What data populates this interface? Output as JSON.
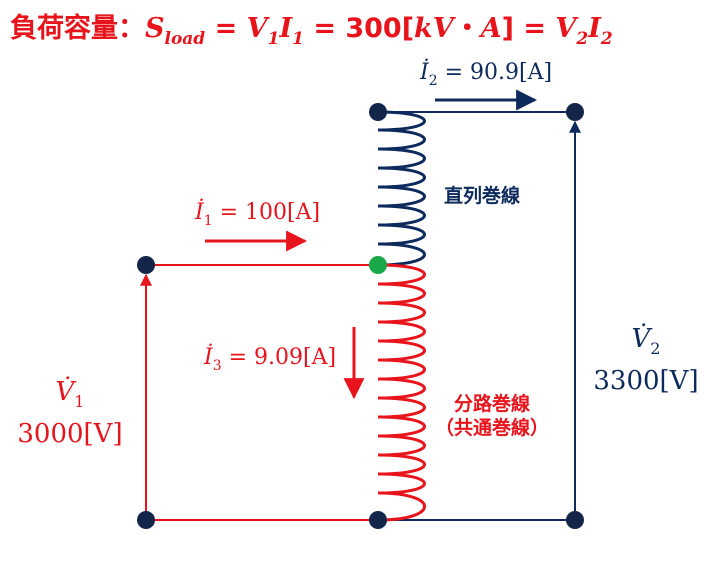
{
  "title": {
    "prefix": "負荷容量：",
    "s": "S",
    "s_sub": "load",
    "eq1": " = ",
    "v1": "V",
    "v1_sub": "1",
    "i1": "I",
    "i1_sub": "1",
    "eq2": " = 300[",
    "unit_k": "kV",
    "dot": "・",
    "unit_a": "A",
    "eq3": "] = ",
    "v2": "V",
    "v2_sub": "2",
    "i2": "I",
    "i2_sub": "2"
  },
  "currents": {
    "i2": {
      "sym": "İ",
      "sub": "2",
      "value": " = 90.9[A]"
    },
    "i1": {
      "sym": "İ",
      "sub": "1",
      "value": " = 100[A]"
    },
    "i3": {
      "sym": "İ",
      "sub": "3",
      "value": " = 9.09[A]"
    }
  },
  "windings": {
    "series": "直列巻線",
    "shunt_line1": "分路巻線",
    "shunt_line2": "（共通巻線）"
  },
  "voltages": {
    "v1": {
      "sym": "V̇",
      "sub": "1",
      "value": "3000[V]"
    },
    "v2": {
      "sym": "V̇",
      "sub": "2",
      "value": "3300[V]"
    }
  },
  "colors": {
    "primary_red": "#e8141c",
    "secondary_navy": "#0d2a5c",
    "tap_node_green": "#1aa84a"
  }
}
